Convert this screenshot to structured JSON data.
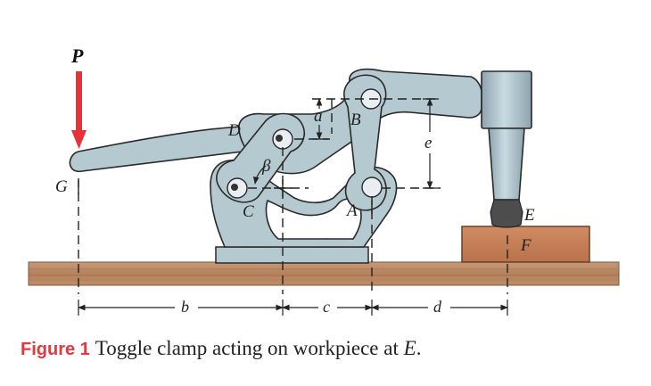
{
  "labels": {
    "P": "P",
    "G": "G",
    "D": "D",
    "B": "B",
    "a": "a",
    "e": "e",
    "beta": "β",
    "C": "C",
    "A": "A",
    "E": "E",
    "F": "F"
  },
  "dimensions": {
    "b": "b",
    "c": "c",
    "d": "d"
  },
  "caption": {
    "number": "Figure 1",
    "text": "Toggle clamp acting on workpiece at ",
    "point": "E",
    "end": "."
  },
  "colors": {
    "clamp_body": "#b5c9d1",
    "outline": "#2a2a2a",
    "floor": "#b98a66",
    "workpiece": "#c58059",
    "force_arrow": "#e8323a",
    "caption_number": "#e03a3e"
  }
}
